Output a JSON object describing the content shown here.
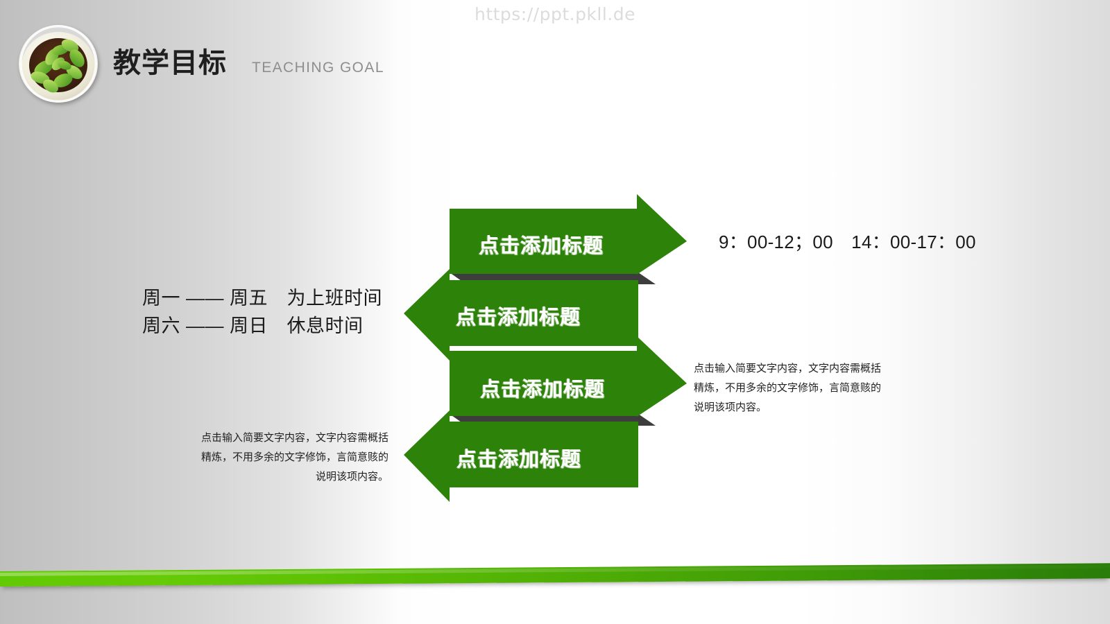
{
  "watermark": "https://ppt.pkll.de",
  "header": {
    "title_cn": "教学目标",
    "title_en": "TEACHING GOAL",
    "logo_icon": "potted-seedling-photo-icon"
  },
  "diagram": {
    "accent_green": "#2d8209",
    "shadow_gray": "#3d3d3d",
    "arrows": [
      {
        "label": "点击添加标题",
        "direction": "right"
      },
      {
        "label": "点击添加标题",
        "direction": "left"
      },
      {
        "label": "点击添加标题",
        "direction": "right"
      },
      {
        "label": "点击添加标题",
        "direction": "left"
      }
    ]
  },
  "side_texts": {
    "schedule_line1": "周一 —— 周五　为上班时间",
    "schedule_line2": "周六 —— 周日　休息时间",
    "hours": "9：00-12；00　14：00-17：00",
    "note_right": "点击输入简要文字内容，文字内容需概括精炼，不用多余的文字修饰，言简意赅的说明该项内容。",
    "note_left": "点击输入简要文字内容，文字内容需概括精炼，不用多余的文字修饰，言简意赅的说明该项内容。"
  },
  "footer": {
    "bar_color_start": "#62c905",
    "bar_color_end": "#2a7d08"
  }
}
